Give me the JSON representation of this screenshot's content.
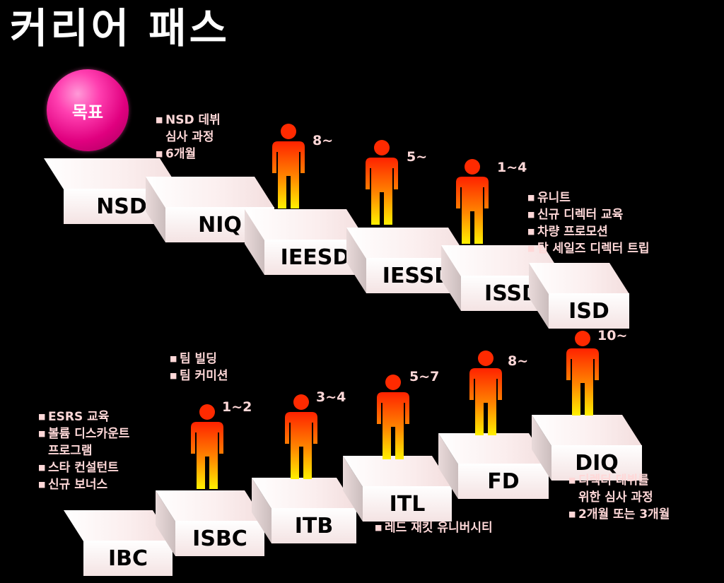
{
  "title": "커리어 패스",
  "goal_label": "목표",
  "steps_upper": [
    "NSD",
    "NIQ",
    "IEESD",
    "IESSD",
    "ISSD",
    "ISD"
  ],
  "steps_lower": [
    "IBC",
    "ISBC",
    "ITB",
    "ITL",
    "FD",
    "DIQ"
  ],
  "person_counts": {
    "ieesd": "8~",
    "iessd": "5~",
    "issd": "1~4",
    "isbc": "1~2",
    "itb": "3~4",
    "itl": "5~7",
    "fd": "8~",
    "diq": "10~"
  },
  "notes": {
    "niq": [
      "NSD 데뷔",
      "심사 과정",
      "6개월"
    ],
    "isd": [
      "유니트",
      "신규 디렉터 교육",
      "차량 프로모션",
      "탑 세일즈 디렉터 트립"
    ],
    "isbc": [
      "팀 빌딩",
      "팀 커미션"
    ],
    "ibc": [
      "ESRS 교육",
      "볼륨 디스카운트",
      "프로그램",
      "스타 컨설턴트",
      "신규 보너스"
    ],
    "itl": [
      "레드 재킷 유니버시티"
    ],
    "diq": [
      "디렉터 데뷔를",
      "위한 심사 과정",
      "2개월 또는 3개월"
    ]
  },
  "colors": {
    "background": "#000000",
    "goal": "#e0007f",
    "note_text": "#ffd8d8",
    "person_top": "#ff2a00",
    "person_bottom": "#ffee00"
  }
}
